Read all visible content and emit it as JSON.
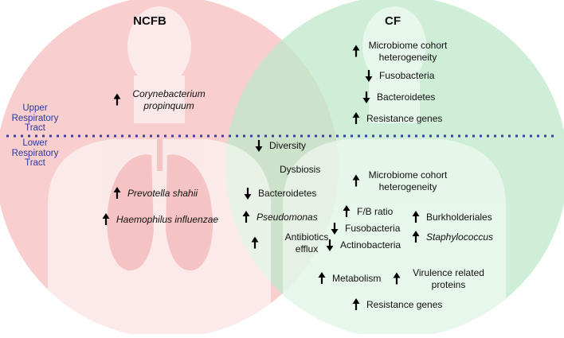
{
  "colors": {
    "ncfb_fill": "#f7c9c9",
    "cf_fill": "#bfe8c9",
    "silhouette": "#ffffff",
    "divider": "#3b3fa3",
    "side_text": "#2b3a9a"
  },
  "headers": {
    "ncfb": "NCFB",
    "cf": "CF"
  },
  "side_labels": {
    "upper": [
      "Upper",
      "Respiratory",
      "Tract"
    ],
    "lower": [
      "Lower",
      "Respiratory",
      "Tract"
    ]
  },
  "ncfb_upper": [
    {
      "dir": "up",
      "lines": [
        "Corynebacterium",
        "propinquum"
      ],
      "italic": true
    }
  ],
  "cf_upper": [
    {
      "dir": "up",
      "lines": [
        "Microbiome cohort",
        "heterogeneity"
      ],
      "italic": false
    },
    {
      "dir": "down",
      "lines": [
        "Fusobacteria"
      ],
      "italic": false
    },
    {
      "dir": "down",
      "lines": [
        "Bacteroidetes"
      ],
      "italic": false
    },
    {
      "dir": "up",
      "lines": [
        "Resistance genes"
      ],
      "italic": false
    }
  ],
  "ncfb_lower": [
    {
      "dir": "up",
      "lines": [
        "Prevotella shahii"
      ],
      "italic": true
    },
    {
      "dir": "up",
      "lines": [
        "Haemophilus influenzae"
      ],
      "italic": true
    }
  ],
  "overlap_lower": [
    {
      "dir": "down",
      "lines": [
        "Diversity"
      ],
      "italic": false
    },
    {
      "dir": "none",
      "lines": [
        "Dysbiosis"
      ],
      "italic": false
    },
    {
      "dir": "down",
      "lines": [
        "Bacteroidetes"
      ],
      "italic": false
    },
    {
      "dir": "up",
      "lines": [
        "Pseudomonas"
      ],
      "italic": true
    },
    {
      "dir": "up",
      "lines": [
        "Antibiotics",
        "efflux"
      ],
      "italic": false
    }
  ],
  "cf_lower": [
    {
      "dir": "up",
      "lines": [
        "Microbiome cohort",
        "heterogeneity"
      ],
      "italic": false
    },
    {
      "dir": "up",
      "lines": [
        "F/B ratio"
      ],
      "italic": false
    },
    {
      "dir": "down",
      "lines": [
        "Fusobacteria"
      ],
      "italic": false
    },
    {
      "dir": "down",
      "lines": [
        "Actinobacteria"
      ],
      "italic": false
    },
    {
      "dir": "up",
      "lines": [
        "Burkholderiales"
      ],
      "italic": false
    },
    {
      "dir": "up",
      "lines": [
        "Staphylococcus"
      ],
      "italic": true
    },
    {
      "dir": "up",
      "lines": [
        "Metabolism"
      ],
      "italic": false
    },
    {
      "dir": "up",
      "lines": [
        "Virulence related",
        "proteins"
      ],
      "italic": false
    },
    {
      "dir": "up",
      "lines": [
        "Resistance genes"
      ],
      "italic": false
    }
  ]
}
